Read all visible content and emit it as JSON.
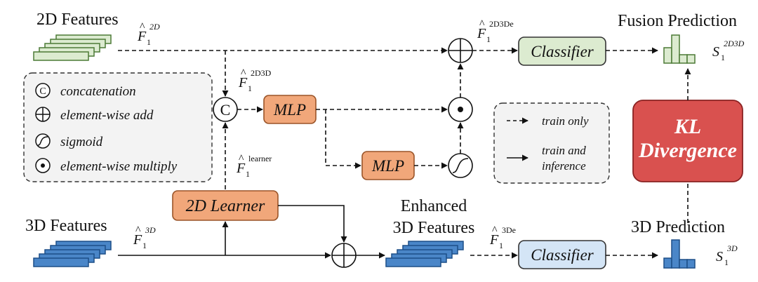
{
  "labels": {
    "features_2d": "2D Features",
    "features_3d": "3D Features",
    "enhanced_line1": "Enhanced",
    "enhanced_line2": "3D Features",
    "fusion_prediction": "Fusion Prediction",
    "prediction_3d": "3D Prediction"
  },
  "modules": {
    "classifier_top": "Classifier",
    "classifier_bottom": "Classifier",
    "mlp_top": "MLP",
    "mlp_bottom": "MLP",
    "learner": "2D Learner",
    "kl_line1": "KL",
    "kl_line2": "Divergence"
  },
  "ops": {
    "concat_symbol": "C"
  },
  "variables": {
    "f2d": {
      "base": "F",
      "sub": "1",
      "sup": "2D"
    },
    "f2d3d": {
      "base": "F",
      "sub": "1",
      "sup": "2D3D"
    },
    "f2d3dde": {
      "base": "F",
      "sub": "1",
      "sup": "2D3De"
    },
    "flearner": {
      "base": "F",
      "sub": "1",
      "sup": "learner"
    },
    "f3d": {
      "base": "F",
      "sub": "1",
      "sup": "3D"
    },
    "f3dde": {
      "base": "F",
      "sub": "1",
      "sup": "3De"
    },
    "s2d3d": {
      "base": "S",
      "sub": "1",
      "sup": "2D3D"
    },
    "s3d": {
      "base": "S",
      "sub": "1",
      "sup": "3D"
    }
  },
  "legend_ops": {
    "concatenation": "concatenation",
    "add": "element-wise add",
    "sigmoid": "sigmoid",
    "multiply": "element-wise multiply"
  },
  "legend_lines": {
    "train_only": "train only",
    "train_and_line1": "train and",
    "train_and_line2": "inference"
  },
  "colors": {
    "green_fill": "#dcebd0",
    "green_stroke": "#4c7a36",
    "blue_fill": "#4a86c8",
    "blue_stroke": "#1d4f87",
    "blue_light": "#d4e5f6",
    "orange_fill": "#f1a77a",
    "orange_stroke": "#9a5428",
    "red_fill": "#d9514f",
    "red_stroke": "#8a2222",
    "legend_fill": "#f3f3f3"
  },
  "histogram": {
    "fusion_bars": [
      0.55,
      1.0,
      0.3,
      0.3
    ],
    "prediction_3d_bars": [
      0.35,
      1.0,
      0.3,
      0.3
    ]
  }
}
